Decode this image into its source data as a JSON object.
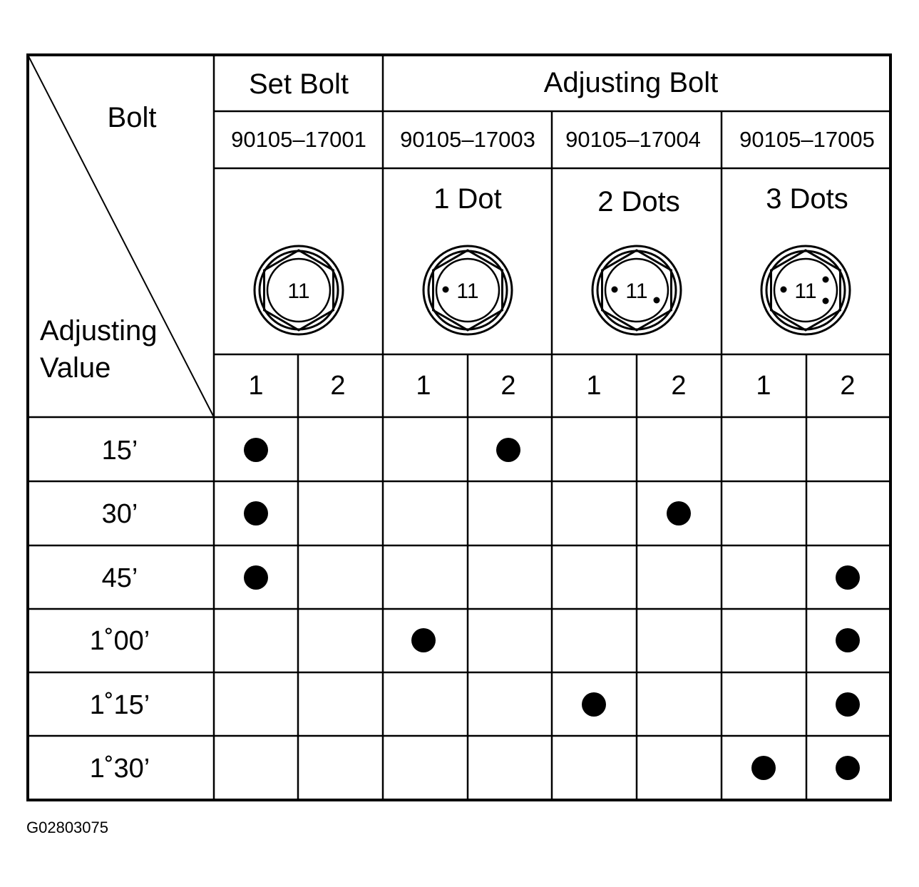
{
  "header": {
    "bolt_label": "Bolt",
    "adjusting_value_label_line1": "Adjusting",
    "adjusting_value_label_line2": "Value",
    "set_bolt_label": "Set Bolt",
    "adjusting_bolt_label": "Adjusting Bolt"
  },
  "bolts": [
    {
      "part_number": "90105–17001",
      "dots_label": "",
      "head_number": "11",
      "dot_count": 0
    },
    {
      "part_number": "90105–17003",
      "dots_label": "1 Dot",
      "head_number": "11",
      "dot_count": 1
    },
    {
      "part_number": "90105–17004",
      "dots_label": "2 Dots",
      "head_number": "11",
      "dot_count": 2
    },
    {
      "part_number": "90105–17005",
      "dots_label": "3 Dots",
      "head_number": "11",
      "dot_count": 3
    }
  ],
  "sub_columns": [
    "1",
    "2",
    "1",
    "2",
    "1",
    "2",
    "1",
    "2"
  ],
  "rows": [
    {
      "value": "15’",
      "marks": [
        1,
        0,
        0,
        1,
        0,
        0,
        0,
        0
      ]
    },
    {
      "value": "30’",
      "marks": [
        1,
        0,
        0,
        0,
        0,
        1,
        0,
        0
      ]
    },
    {
      "value": "45’",
      "marks": [
        1,
        0,
        0,
        0,
        0,
        0,
        0,
        1
      ]
    },
    {
      "value": "1˚00’",
      "marks": [
        0,
        0,
        1,
        0,
        0,
        0,
        0,
        1
      ]
    },
    {
      "value": "1˚15’",
      "marks": [
        0,
        0,
        0,
        0,
        1,
        0,
        0,
        1
      ]
    },
    {
      "value": "1˚30’",
      "marks": [
        0,
        0,
        0,
        0,
        0,
        0,
        1,
        1
      ]
    }
  ],
  "figure_id": "G02803075"
}
